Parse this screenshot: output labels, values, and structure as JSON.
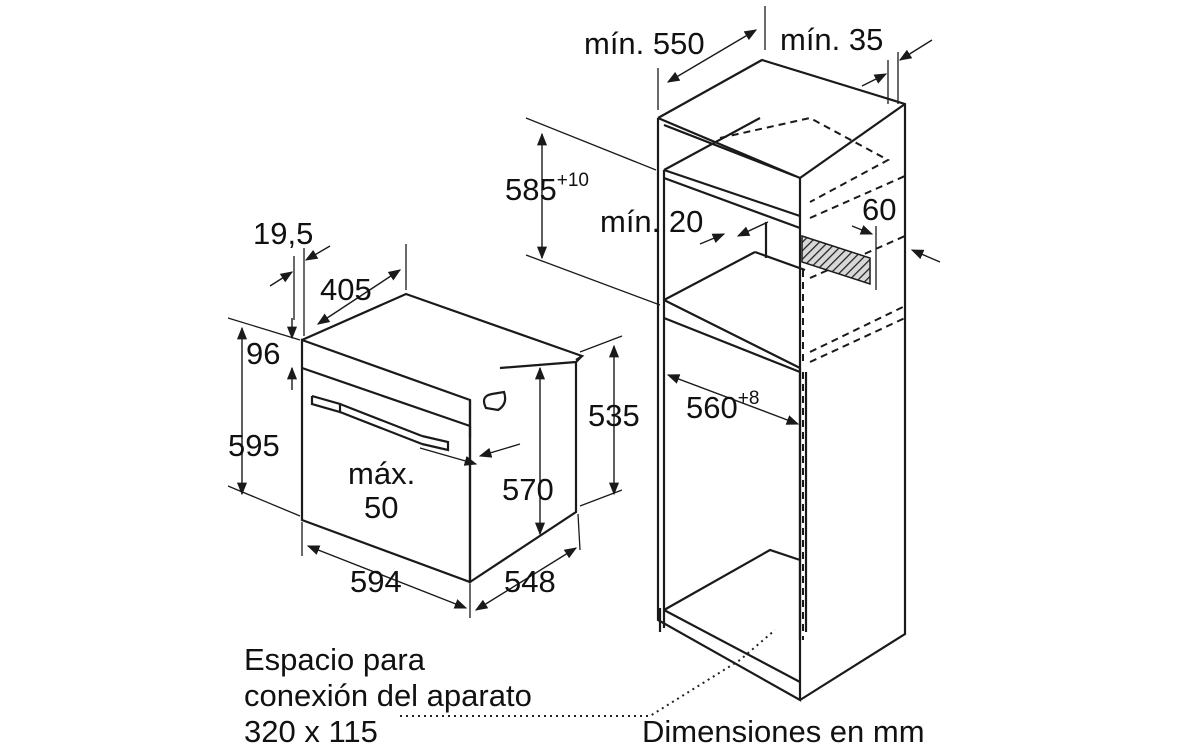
{
  "dimensions": {
    "cabinet_min_depth": "mín. 550",
    "cabinet_min_gap": "mín. 35",
    "niche_height": "585",
    "niche_height_tol": "+10",
    "min_gap_20": "mín. 20",
    "vent_60": "60",
    "niche_width": "560",
    "niche_width_tol": "+8",
    "oven_19_5": "19,5",
    "oven_405": "405",
    "oven_96": "96",
    "oven_595": "595",
    "oven_535": "535",
    "oven_570": "570",
    "oven_max_line1": "máx.",
    "oven_max_line2": "50",
    "oven_594": "594",
    "oven_548": "548"
  },
  "caption": {
    "line1": "Espacio para",
    "line2": "conexión del aparato",
    "line3": "320 x 115"
  },
  "units_note": "Dimensiones en mm"
}
